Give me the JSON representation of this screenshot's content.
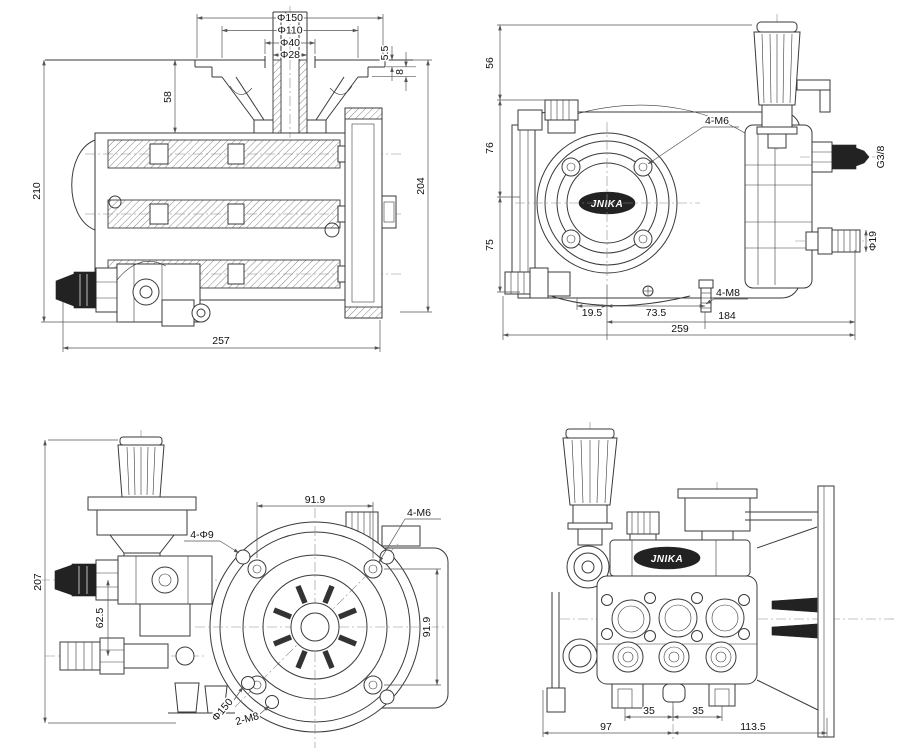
{
  "brand": {
    "logo": "JNIKA"
  },
  "views": {
    "section": {
      "dims": {
        "dia150": "Φ150",
        "dia110": "Φ110",
        "dia40": "Φ40",
        "dia28": "Φ28",
        "step_a": "5.5",
        "step_b": "8",
        "face_to_body": "58",
        "overall_height": "210",
        "body_height": "204",
        "overall_width": "257"
      }
    },
    "side": {
      "dims": {
        "knob_top": "56",
        "upper_half": "76",
        "lower_half": "75",
        "face_bolts": "4-M6",
        "outlet_thread": "G3/8",
        "inlet_barb": "Φ19",
        "mount_studs": "4-M8",
        "center_offset": "19.5",
        "stud_offset": "73.5",
        "center_to_end": "184",
        "overall_width": "259"
      }
    },
    "front": {
      "dims": {
        "overall_height": "207",
        "port_spacing": "62.5",
        "mount_holes": "4-Φ9",
        "bolt_span_h": "91.9",
        "face_bolts": "4-M6",
        "bolt_span_v": "91.9",
        "flange_dia": "Φ150",
        "extra_studs": "2-M8"
      }
    },
    "rear": {
      "dims": {
        "foot_span_l": "35",
        "foot_span_r": "35",
        "left_width": "97",
        "right_width": "113.5"
      }
    }
  }
}
